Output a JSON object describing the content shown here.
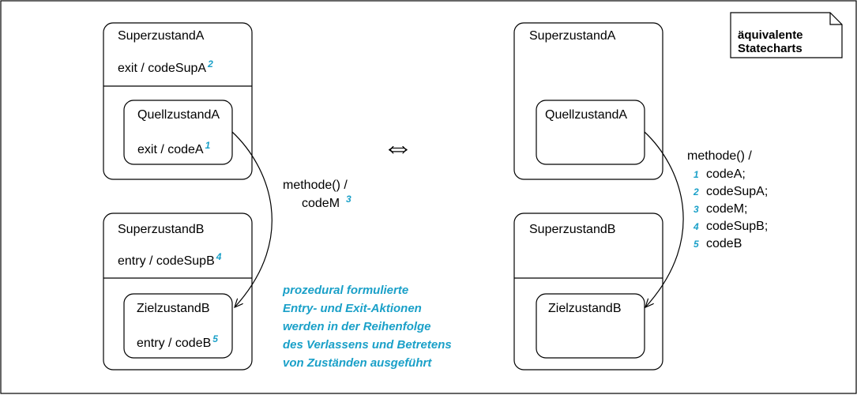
{
  "left": {
    "superA": {
      "name": "SuperzustandA",
      "action": "exit / codeSupA",
      "order": "2"
    },
    "quelle": {
      "name": "QuellzustandA",
      "action": "exit / codeA",
      "order": "1"
    },
    "superB": {
      "name": "SuperzustandB",
      "action": "entry / codeSupB",
      "order": "4"
    },
    "ziel": {
      "name": "ZielzustandB",
      "action": "entry / codeB",
      "order": "5"
    },
    "transition": {
      "line1": "methode() /",
      "line2": "codeM",
      "order": "3"
    }
  },
  "equivalence_symbol": "⇔",
  "right": {
    "superA": {
      "name": "SuperzustandA"
    },
    "quelle": {
      "name": "QuellzustandA"
    },
    "superB": {
      "name": "SuperzustandB"
    },
    "ziel": {
      "name": "ZielzustandB"
    },
    "transition": {
      "header": "methode() /",
      "steps": [
        {
          "order": "1",
          "code": "codeA;"
        },
        {
          "order": "2",
          "code": "codeSupA;"
        },
        {
          "order": "3",
          "code": "codeM;"
        },
        {
          "order": "4",
          "code": "codeSupB;"
        },
        {
          "order": "5",
          "code": "codeB"
        }
      ]
    }
  },
  "note": {
    "line1": "äquivalente",
    "line2": "Statecharts"
  },
  "comment": [
    "prozedural formulierte",
    "Entry- und Exit-Aktionen",
    "werden in der Reihenfolge",
    "des Verlassens und Betretens",
    "von Zuständen ausgeführt"
  ],
  "colors": {
    "accent": "#1aa0c8",
    "stroke": "#000000",
    "background": "#ffffff"
  }
}
